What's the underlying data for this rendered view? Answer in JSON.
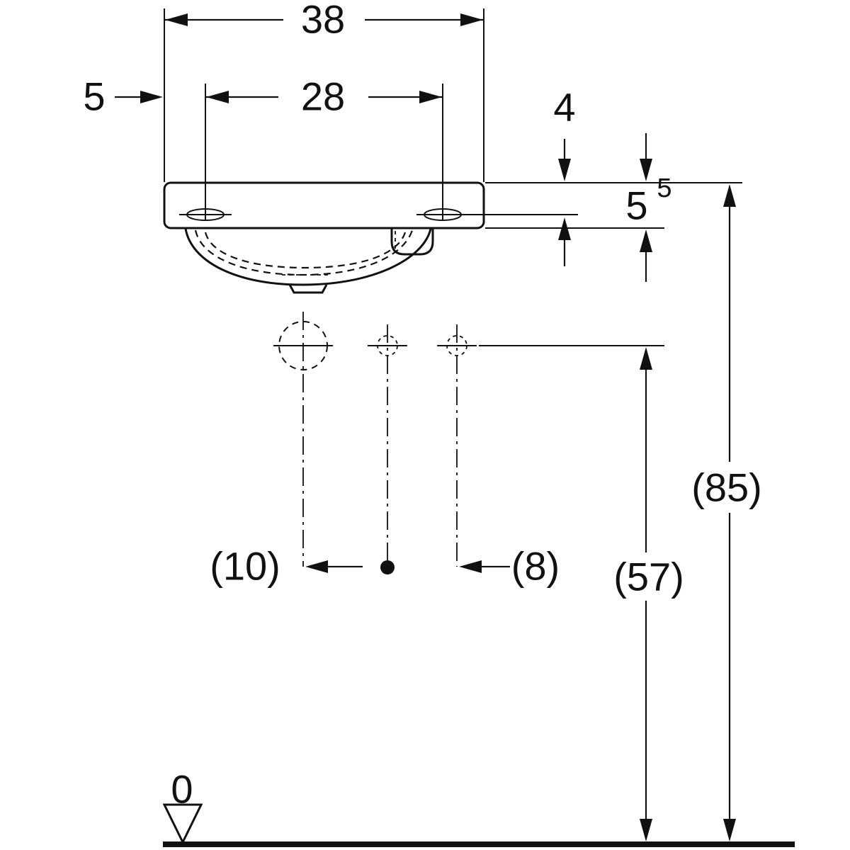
{
  "diagram": {
    "title": "washbasin-dimension-drawing",
    "colors": {
      "line": "#111111",
      "background": "#ffffff"
    },
    "labels": {
      "width_total": "38",
      "tap_spacing": "28",
      "edge_to_tap": "5",
      "top_to_tap": "4",
      "rim_height_main": "5",
      "rim_height_sup": "5",
      "floor_to_rim_top": "(85)",
      "floor_to_holes": "(57)",
      "drain_to_center": "(10)",
      "center_to_hole": "(8)",
      "datum_zero": "0"
    }
  }
}
